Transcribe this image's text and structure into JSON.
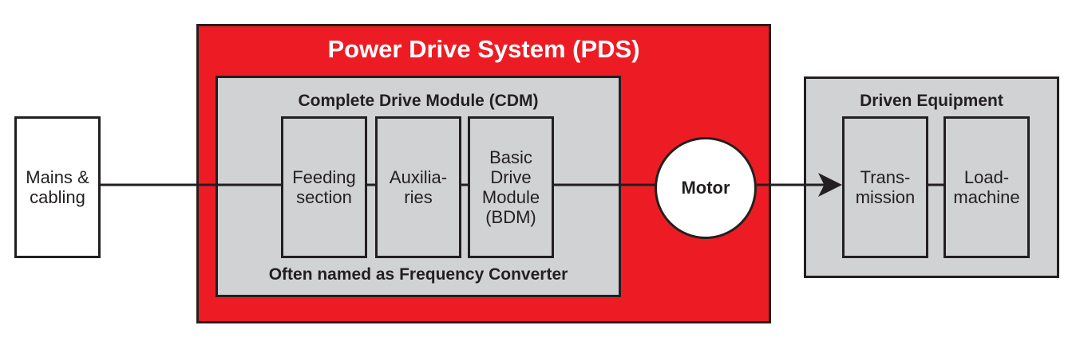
{
  "pds": {
    "title": "Power Drive System (PDS)"
  },
  "mains": {
    "label": "Mains &\ncabling"
  },
  "cdm": {
    "title": "Complete Drive Module (CDM)",
    "footer": "Often named as Frequency Converter",
    "blocks": [
      {
        "label": "Feeding\nsection"
      },
      {
        "label": "Auxilia-\nries"
      },
      {
        "label": "Basic\nDrive\nModule\n(BDM)"
      }
    ]
  },
  "motor": {
    "label": "Motor"
  },
  "driven": {
    "title": "Driven Equipment",
    "blocks": [
      {
        "label": "Trans-\nmission"
      },
      {
        "label": "Load-\nmachine"
      }
    ]
  },
  "colors": {
    "pds_fill": "#ed1c24",
    "module_fill": "#d1d2d4",
    "stroke": "#231f20",
    "white": "#ffffff"
  }
}
